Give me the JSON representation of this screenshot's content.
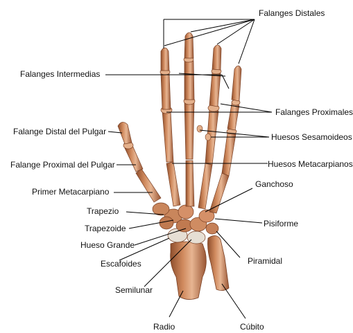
{
  "colors": {
    "bone": "#c8825a",
    "bone_dark": "#8e4e2c",
    "bone_light": "#e7b592",
    "cartilage": "#e8e4dc",
    "leader": "#000000",
    "text": "#111111"
  },
  "labels": {
    "falanges_distales": "Falanges Distales",
    "falanges_intermedias": "Falanges Intermedias",
    "falanges_proximales": "Falanges Proximales",
    "huesos_sesamoideos": "Huesos Sesamoideos",
    "huesos_metacarpianos": "Huesos Metacarpianos",
    "falange_distal_pulgar": "Falange Distal del Pulgar",
    "falange_proximal_pulgar": "Falange Proximal del Pulgar",
    "primer_metacarpiano": "Primer Metacarpiano",
    "ganchoso": "Ganchoso",
    "trapezio": "Trapezio",
    "trapezoide": "Trapezoide",
    "pisiforme": "Pisiforme",
    "hueso_grande": "Hueso Grande",
    "escafoides": "Escafoides",
    "piramidal": "Piramidal",
    "semilunar": "Semilunar",
    "radio": "Radio",
    "cubito": "Cúbito"
  }
}
